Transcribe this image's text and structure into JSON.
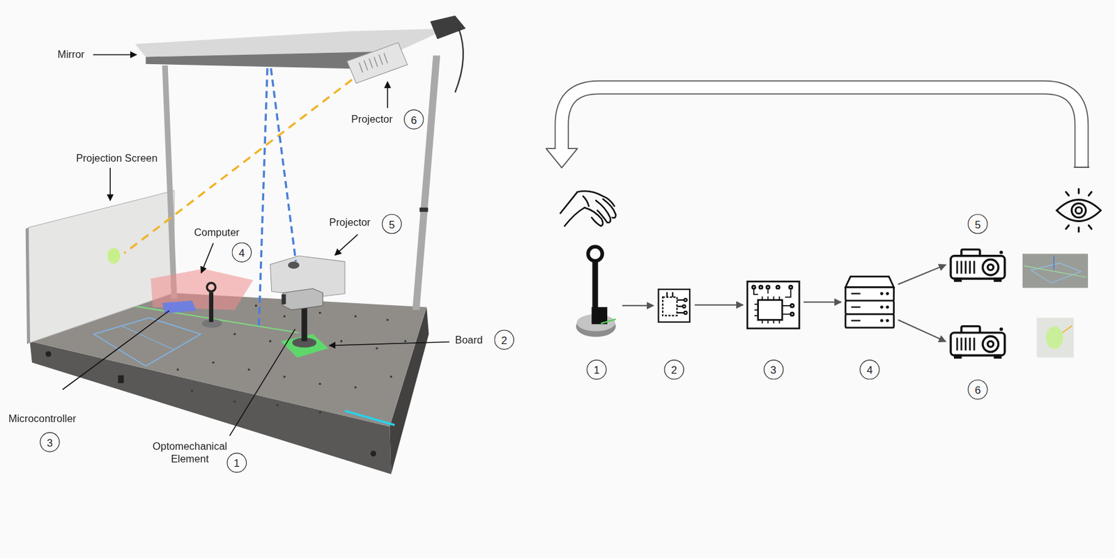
{
  "diagram": {
    "nodes": [
      {
        "text": [
          "1"
        ]
      },
      {
        "text": [
          "2"
        ]
      },
      {
        "text": [
          "3"
        ]
      },
      {
        "text": [
          "4"
        ]
      },
      {
        "text": [
          "5"
        ]
      },
      {
        "text": [
          "6"
        ]
      }
    ],
    "edges": [
      {
        "from": 0,
        "to": 1,
        "arrow": "to"
      },
      {
        "from": 1,
        "to": 2,
        "arrow": "to"
      },
      {
        "from": 2,
        "to": 3,
        "arrow": "to"
      },
      {
        "from": 3,
        "to": 4,
        "arrow": "to"
      },
      {
        "from": 3,
        "to": 5,
        "arrow": "to"
      }
    ],
    "labels": [
      "Mirror",
      "Projector",
      "6",
      "Projection Screen",
      "Computer",
      "4",
      "Projector",
      "5",
      "Board",
      "2",
      "Microcontroller",
      "3",
      "Optomechanical Element",
      "1"
    ]
  }
}
